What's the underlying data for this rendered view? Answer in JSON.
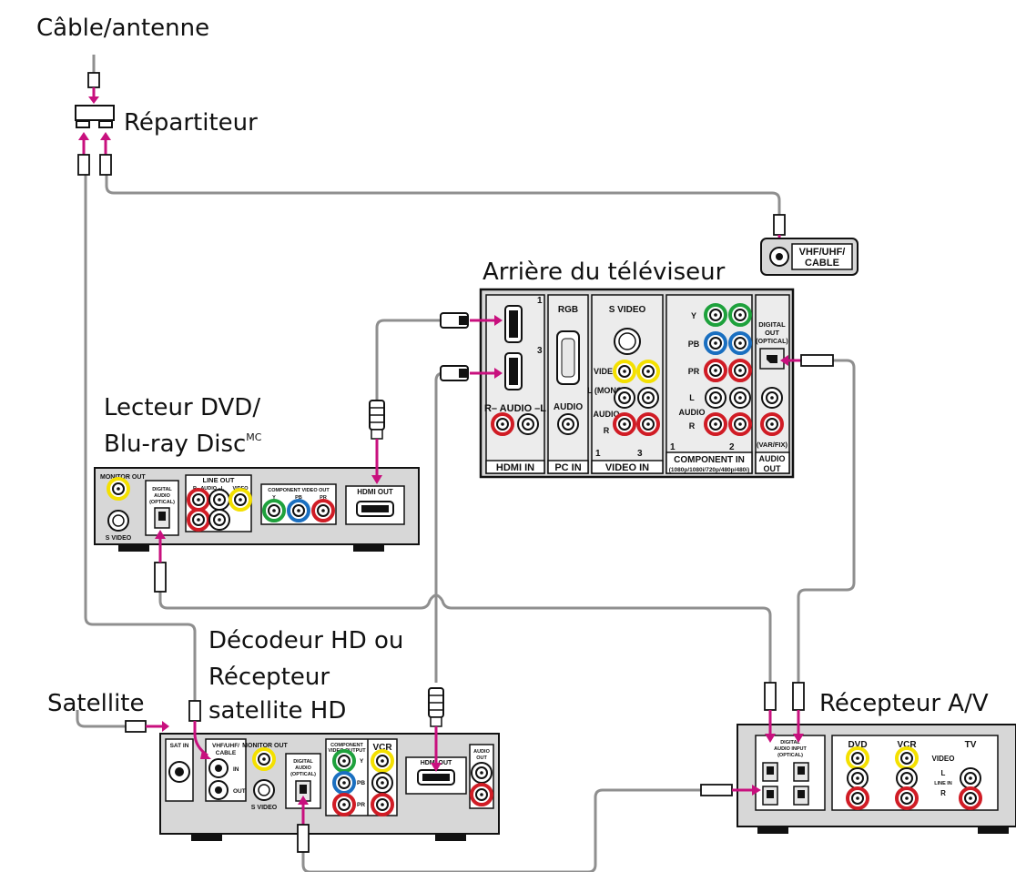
{
  "labels": {
    "cable_antenna": "Câble/antenne",
    "splitter": "Répartiteur",
    "tv_rear": "Arrière du téléviseur",
    "dvd_line1": "Lecteur DVD/",
    "dvd_line2": "Blu-ray Disc",
    "dvd_mark": "MC",
    "hd_line1": "Décodeur HD ou",
    "hd_line2": "Récepteur",
    "hd_line3": "satellite HD",
    "satellite": "Satellite",
    "av_receiver": "Récepteur A/V"
  },
  "tv_panel": {
    "vhf_label_1": "VHF/UHF/",
    "vhf_label_2": "CABLE",
    "hdmi_num_1": "1",
    "hdmi_num_3": "3",
    "hdmi_audio": "R– AUDIO –L",
    "hdmi_in": "HDMI IN",
    "rgb": "RGB",
    "audio": "AUDIO",
    "pc_in": "PC IN",
    "s_video": "S VIDEO",
    "video": "VIDEO",
    "l_mono": "L\n(MONO)",
    "audio_r": "AUDIO",
    "r": "R",
    "video_in": "VIDEO IN",
    "vid_num_1": "1",
    "vid_num_3": "3",
    "y": "Y",
    "pb": "PB",
    "pr": "PR",
    "comp_l": "L",
    "comp_audio": "AUDIO",
    "comp_r": "R",
    "comp_num_1": "1",
    "comp_num_2": "2",
    "component_in": "COMPONENT IN",
    "component_res": "(1080p/1080i/720p/480p/480i)",
    "digital_out_1": "DIGITAL",
    "digital_out_2": "OUT",
    "digital_out_3": "(OPTICAL)",
    "var_fix": "(VAR/FIX)",
    "audio_out_1": "AUDIO",
    "audio_out_2": "OUT"
  },
  "dvd_panel": {
    "monitor_out": "MONITOR OUT",
    "s_video": "S VIDEO",
    "digital_audio_1": "DIGITAL",
    "digital_audio_2": "AUDIO",
    "digital_audio_3": "(OPTICAL)",
    "line_out": "LINE OUT",
    "line_out_sub": "R– AUDIO –L",
    "line_out_video": "VIDEO",
    "component_out": "COMPONENT VIDEO OUT",
    "comp_y": "Y",
    "comp_pb": "PB",
    "comp_pr": "PR",
    "hdmi_out": "HDMI OUT"
  },
  "hd_panel": {
    "sat_in": "SAT IN",
    "vhf_1": "VHF/UHF/",
    "vhf_2": "CABLE",
    "in": "IN",
    "out": "OUT",
    "monitor_out": "MONITOR OUT",
    "s_video": "S VIDEO",
    "digital_audio_1": "DIGITAL",
    "digital_audio_2": "AUDIO",
    "digital_audio_3": "(OPTICAL)",
    "comp_1": "COMPONENT",
    "comp_2": "VIDEO OUTPUT",
    "comp_y": "Y",
    "comp_pb": "PB",
    "comp_pr": "PR",
    "vcr": "VCR",
    "hdmi_out": "HDMI OUT",
    "audio_out_1": "AUDIO",
    "audio_out_2": "OUT"
  },
  "av_panel": {
    "digital_1": "DIGITAL",
    "digital_2": "AUDIO INPUT",
    "digital_3": "(OPTICAL)",
    "dvd": "DVD",
    "vcr": "VCR",
    "tv": "TV",
    "video": "VIDEO",
    "l": "L",
    "line_in": "LINE IN",
    "r": "R"
  },
  "colors": {
    "arrow": "#c8107e",
    "cable": "#8f8f8f",
    "jack_yellow": "#f4e000",
    "jack_red": "#d01c25",
    "jack_green": "#1ea13c",
    "jack_blue": "#1a6fc0",
    "panel": "#d7d7d7"
  }
}
